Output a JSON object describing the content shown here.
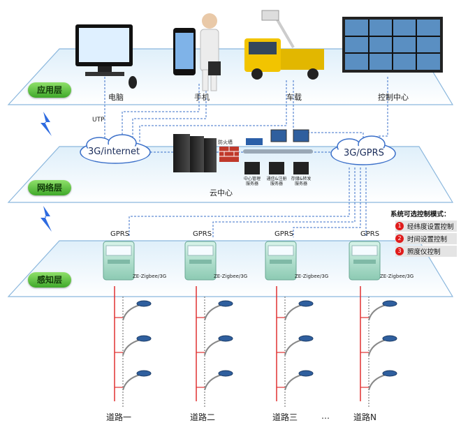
{
  "layers": {
    "application": "应用层",
    "network": "网络层",
    "perception": "感知层"
  },
  "app_devices": {
    "computer": "电脑",
    "phone": "手机",
    "vehicle": "车载",
    "control_center": "控制中心"
  },
  "network": {
    "utp": "UTP",
    "cloud_left": "3G/internet",
    "cloud_right": "3G/GPRS",
    "firewall": "防火墙",
    "cloud_center": "云中心",
    "servers": [
      "中心管理\n服务器",
      "通信&注册\n服务器",
      "存储&转发\n服务器"
    ]
  },
  "gateways": {
    "gprs_label": "GPRS",
    "model_label": "ZE-Zigbee/3G"
  },
  "roads": [
    "道路一",
    "道路二",
    "道路三",
    "…",
    "道路N"
  ],
  "modes": {
    "title": "系统可选控制模式：",
    "items": [
      {
        "num": "1",
        "label": "经纬度设置控制"
      },
      {
        "num": "2",
        "label": "时间设置控制"
      },
      {
        "num": "3",
        "label": "照度仪控制"
      }
    ]
  },
  "colors": {
    "dash_line": "#3a6fc9",
    "pole_line": "#e03030",
    "badge_green": "#4cb82f",
    "cloud_text": "#1a2c5a"
  }
}
